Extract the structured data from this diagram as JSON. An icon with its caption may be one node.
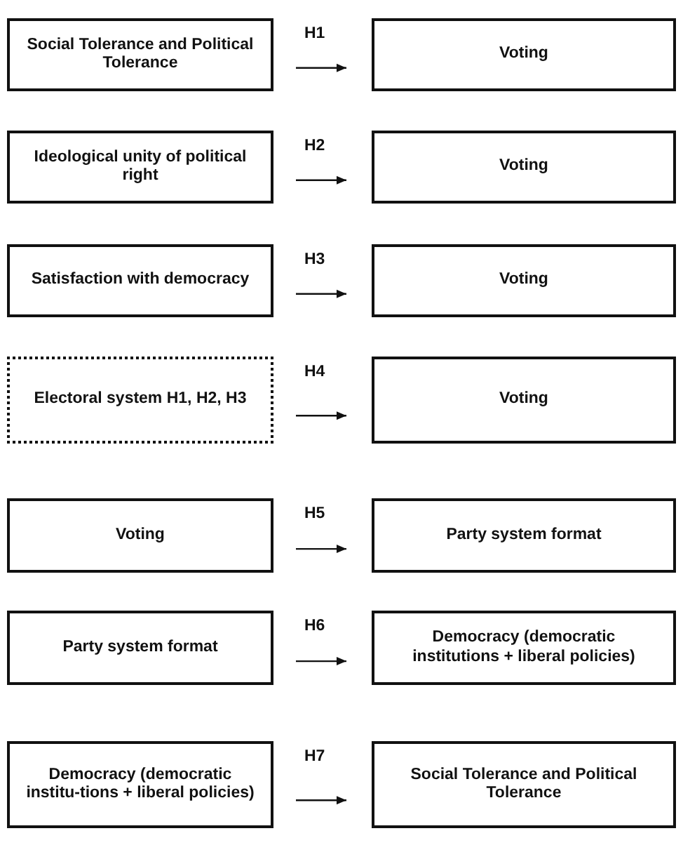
{
  "diagram": {
    "nodes": [
      {
        "text": [
          "Social Tolerance and Political Tolerance"
        ]
      },
      {
        "text": [
          "Voting"
        ]
      },
      {
        "text": [
          "Ideological unity of political right"
        ]
      },
      {
        "text": [
          "Voting"
        ]
      },
      {
        "text": [
          "Satisfaction with democracy"
        ]
      },
      {
        "text": [
          "Voting"
        ]
      },
      {
        "text": [
          "Electoral system H1, H2, H3"
        ]
      },
      {
        "text": [
          "Voting"
        ]
      },
      {
        "text": [
          "Voting"
        ]
      },
      {
        "text": [
          "Party system format"
        ]
      },
      {
        "text": [
          "Party system format"
        ]
      },
      {
        "text": [
          "Democracy (democratic institutions + liberal policies)"
        ]
      },
      {
        "text": [
          "Democracy (democratic institu-tions + liberal policies)"
        ]
      },
      {
        "text": [
          "Social Tolerance and Political Tolerance"
        ]
      }
    ],
    "edges": [
      {
        "from": 0,
        "to": 1,
        "arrow": "to",
        "label": "H1"
      },
      {
        "from": 2,
        "to": 3,
        "arrow": "to",
        "label": "H2"
      },
      {
        "from": 4,
        "to": 5,
        "arrow": "to",
        "label": "H3"
      },
      {
        "from": 6,
        "to": 7,
        "arrow": "to",
        "label": "H4"
      },
      {
        "from": 8,
        "to": 9,
        "arrow": "to",
        "label": "H5"
      },
      {
        "from": 10,
        "to": 11,
        "arrow": "to",
        "label": "H6"
      },
      {
        "from": 12,
        "to": 13,
        "arrow": "to",
        "label": "H7"
      }
    ]
  }
}
